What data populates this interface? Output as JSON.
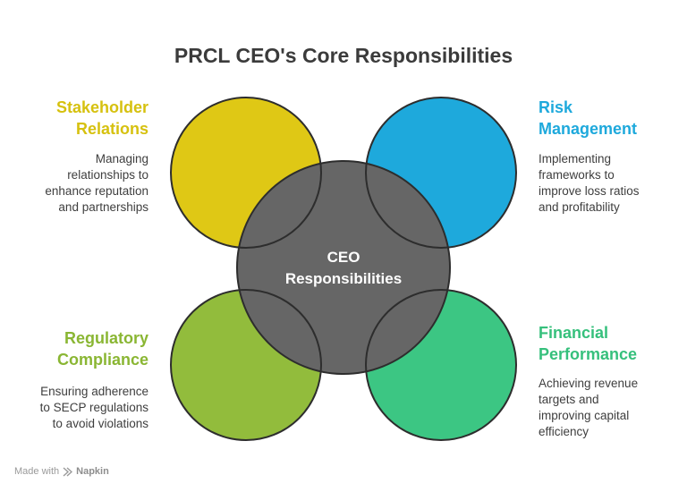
{
  "title": "PRCL CEO's Core Responsibilities",
  "center": {
    "line1": "CEO",
    "line2": "Responsibilities"
  },
  "colors": {
    "stakeholder": "#dfc815",
    "risk": "#1ea9dc",
    "regulatory": "#92bc3c",
    "financial": "#3cc683",
    "center": "#666666"
  },
  "items": {
    "stakeholder": {
      "heading": [
        "Stakeholder",
        "Relations"
      ],
      "desc": [
        "Managing",
        "relationships to",
        "enhance reputation",
        "and partnerships"
      ]
    },
    "risk": {
      "heading": [
        "Risk",
        "Management"
      ],
      "desc": [
        "Implementing",
        "frameworks to",
        "improve loss ratios",
        "and profitability"
      ]
    },
    "regulatory": {
      "heading": [
        "Regulatory",
        "Compliance"
      ],
      "desc": [
        "Ensuring adherence",
        "to SECP regulations",
        "to avoid violations"
      ]
    },
    "financial": {
      "heading": [
        "Financial",
        "Performance"
      ],
      "desc": [
        "Achieving revenue",
        "targets and",
        "improving capital",
        "efficiency"
      ]
    }
  },
  "footer": {
    "made_with": "Made with",
    "brand": "Napkin",
    "icon": "napkin-logo-icon"
  }
}
